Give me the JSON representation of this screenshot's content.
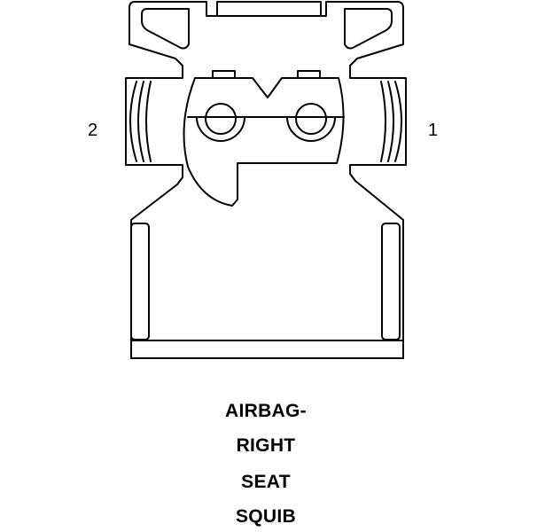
{
  "pins": {
    "left": "2",
    "right": "1"
  },
  "caption": {
    "line1": "AIRBAG-",
    "line2": "RIGHT",
    "line3": "SEAT",
    "line4": "SQUIB"
  },
  "colors": {
    "stroke": "#000000",
    "background": "#ffffff"
  }
}
